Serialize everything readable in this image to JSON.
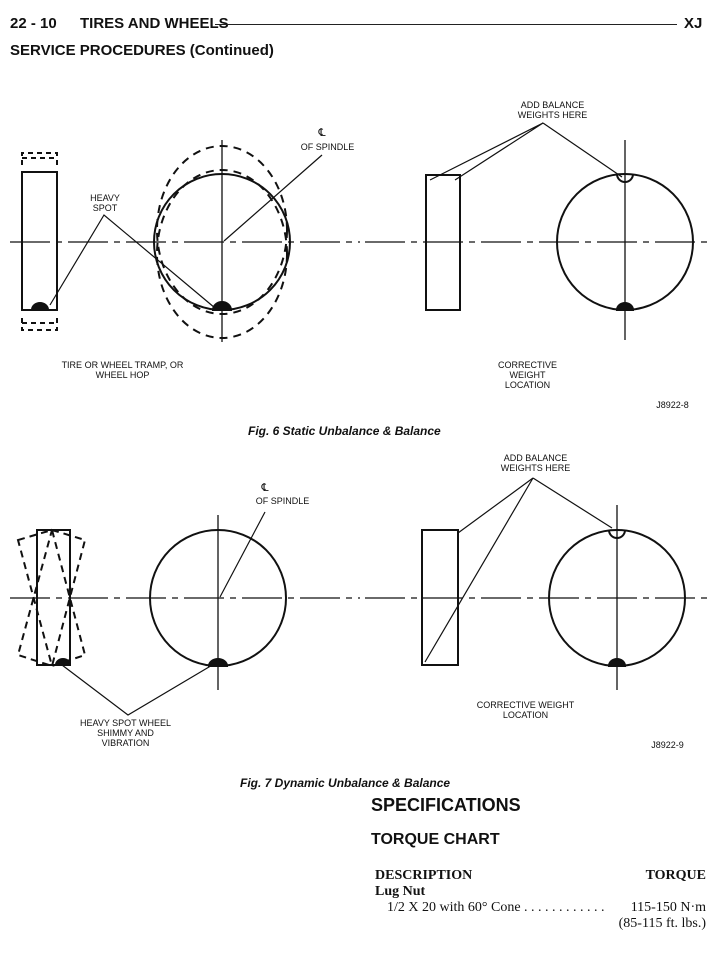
{
  "header": {
    "page_number": "22 - 10",
    "section": "TIRES AND WHEELS",
    "model": "XJ",
    "subtitle": "SERVICE PROCEDURES (Continued)"
  },
  "fig6": {
    "label_spindle_symbol": "℄",
    "label_spindle": "OF SPINDLE",
    "label_heavy": "HEAVY SPOT",
    "label_tramp": "TIRE OR WHEEL TRAMP, OR WHEEL HOP",
    "label_add": "ADD BALANCE WEIGHTS HERE",
    "label_corrective": "CORRECTIVE WEIGHT LOCATION",
    "code": "J8922-8",
    "caption": "Fig. 6 Static Unbalance & Balance"
  },
  "fig7": {
    "label_spindle_symbol": "℄",
    "label_spindle": "OF SPINDLE",
    "label_heavy": "HEAVY SPOT WHEEL SHIMMY AND VIBRATION",
    "label_add": "ADD BALANCE WEIGHTS HERE",
    "label_corrective": "CORRECTIVE WEIGHT LOCATION",
    "code": "J8922-9",
    "caption": "Fig. 7 Dynamic Unbalance & Balance"
  },
  "specs": {
    "title": "SPECIFICATIONS",
    "subtitle": "TORQUE CHART",
    "col_description": "DESCRIPTION",
    "col_torque": "TORQUE",
    "group": "Lug Nut",
    "item": "1/2 X 20 with 60° Cone",
    "dots": ". . . . . . . . . . . .",
    "torque_nm": "115-150 N·m",
    "torque_ft": "(85-115 ft. lbs.)"
  }
}
